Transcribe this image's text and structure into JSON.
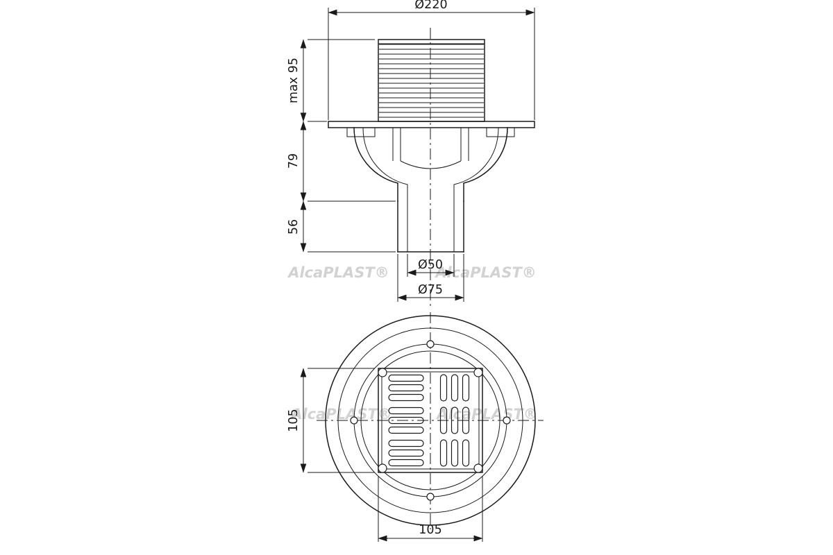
{
  "watermark": "AlcaPLAST®",
  "elevation": {
    "dim_top_diameter": "Ø220",
    "dim_height_upper": "max 95",
    "dim_height_middle": "79",
    "dim_height_lower": "56",
    "dim_outlet_inner_diameter": "Ø50",
    "dim_outlet_outer_diameter": "Ø75"
  },
  "plan": {
    "dim_grate_height": "105",
    "dim_grate_width": "105"
  },
  "line_color": "#1a1a1a",
  "watermark_color": "#d2d2d2"
}
